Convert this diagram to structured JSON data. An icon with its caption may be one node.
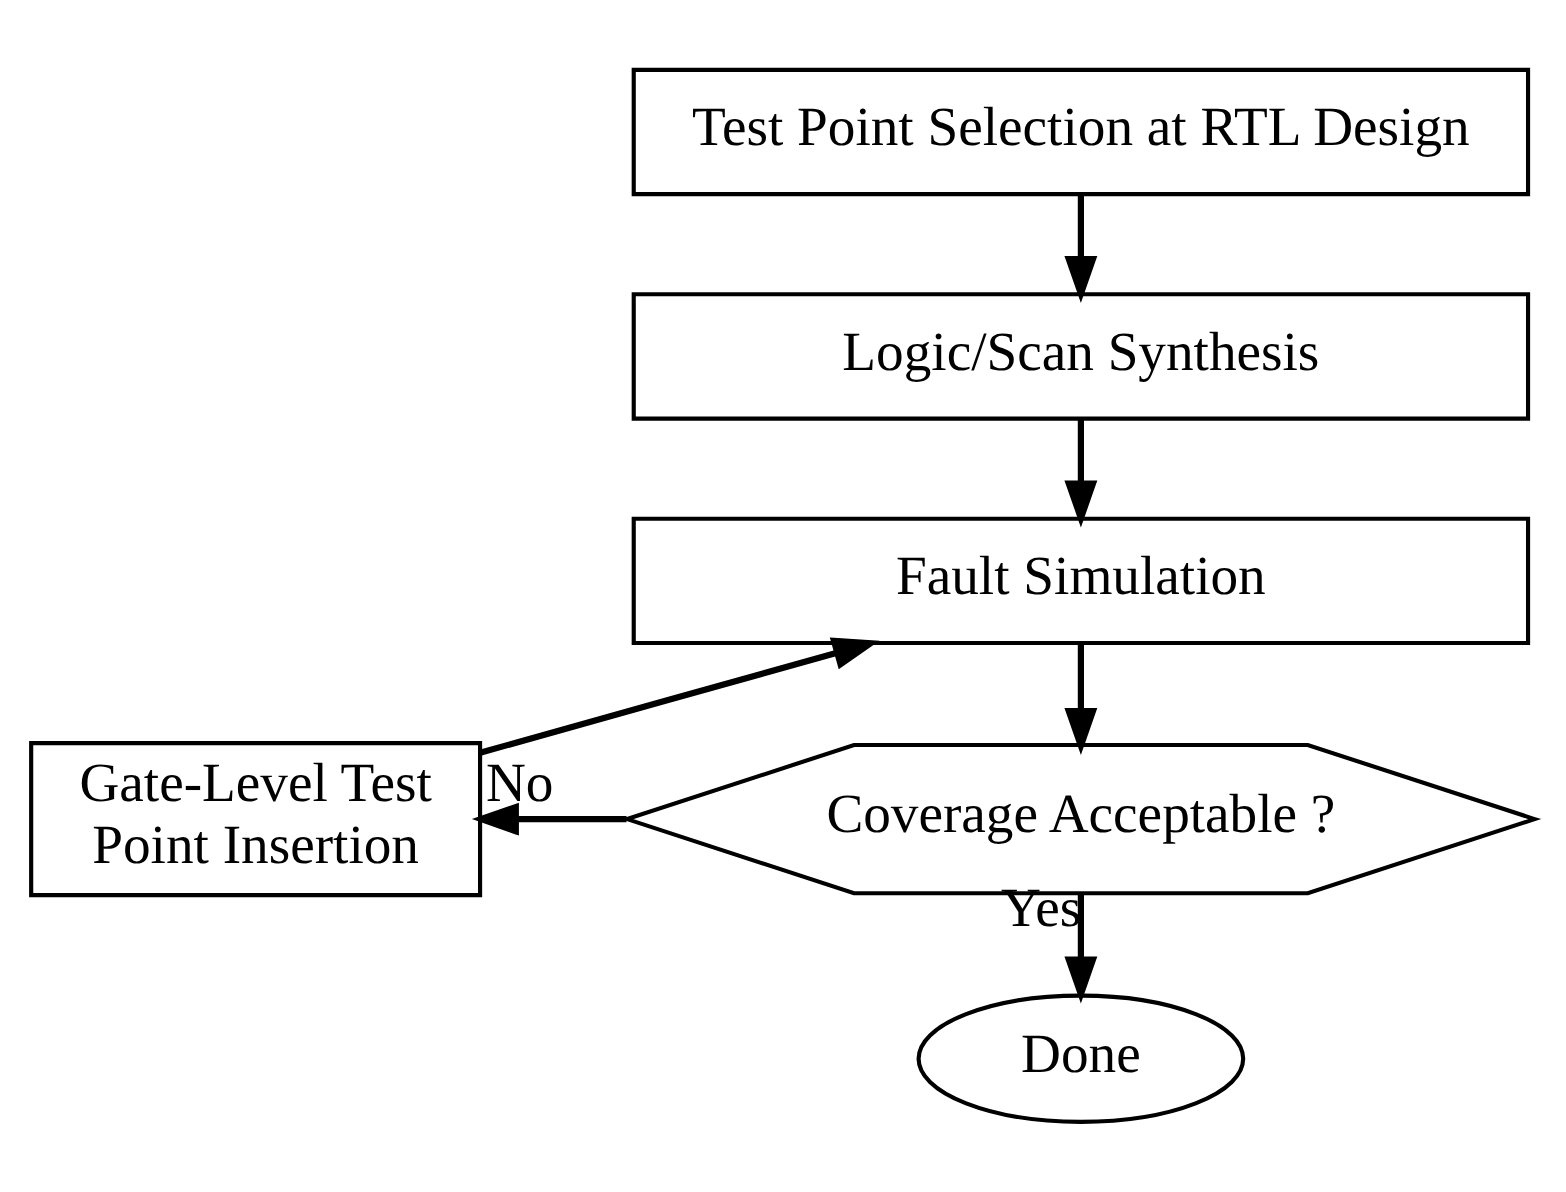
{
  "diagram": {
    "nodes": [
      {
        "text": [
          "Test Point Selection at RTL Design"
        ]
      },
      {
        "text": [
          "Logic/Scan Synthesis"
        ]
      },
      {
        "text": [
          "Fault Simulation"
        ]
      },
      {
        "text": [
          "Coverage Acceptable ?"
        ]
      },
      {
        "text": [
          "Gate-Level Test Point Insertion"
        ]
      },
      {
        "text": [
          "Done"
        ]
      }
    ],
    "edges": [
      {
        "from": 0,
        "to": 1,
        "arrow": "to"
      },
      {
        "from": 1,
        "to": 2,
        "arrow": "to"
      },
      {
        "from": 2,
        "to": 3,
        "arrow": "to"
      },
      {
        "from": 3,
        "to": 4,
        "arrow": "to",
        "label": "No"
      },
      {
        "from": 3,
        "to": 5,
        "arrow": "to",
        "label": "Yes"
      },
      {
        "from": 4,
        "to": 2,
        "arrow": "to"
      }
    ]
  }
}
